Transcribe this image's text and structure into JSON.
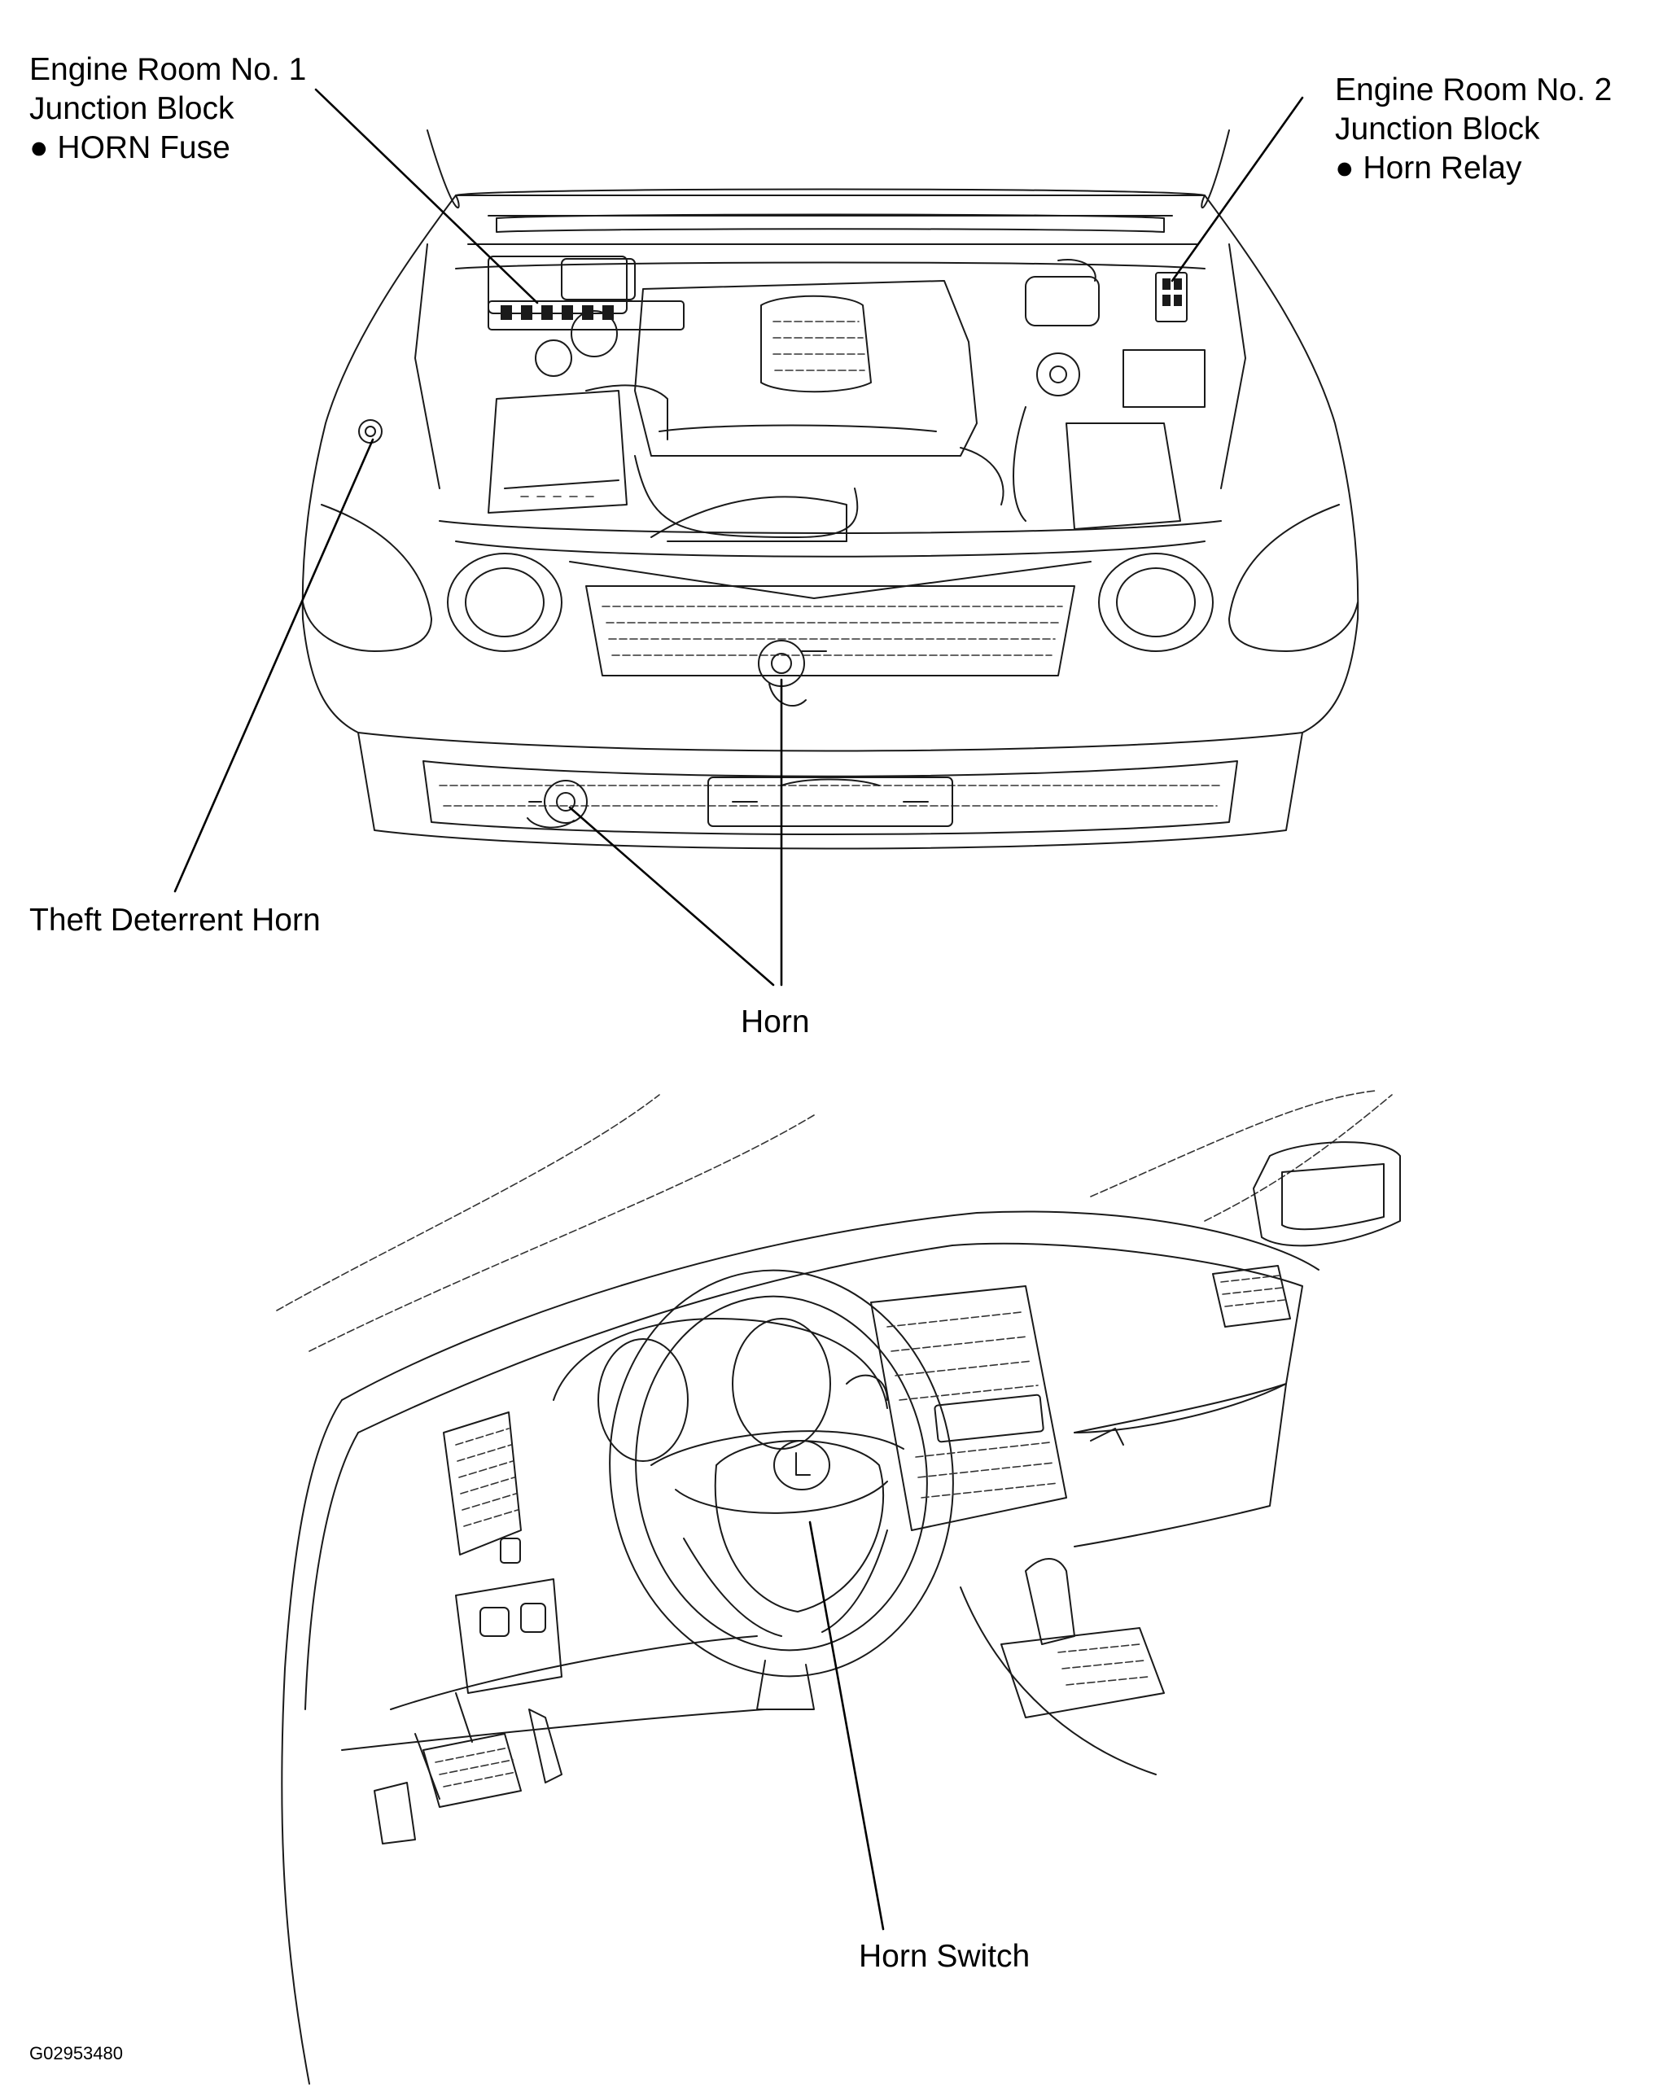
{
  "labels": {
    "engine_room_no1": {
      "line1": "Engine Room No. 1",
      "line2": "Junction Block",
      "line3": "HORN Fuse"
    },
    "engine_room_no2": {
      "line1": "Engine Room No. 2",
      "line2": "Junction Block",
      "line3": "Horn Relay"
    },
    "theft_deterrent_horn": "Theft Deterrent Horn",
    "horn": "Horn",
    "horn_switch": "Horn Switch",
    "figure_code": "G02953480"
  }
}
